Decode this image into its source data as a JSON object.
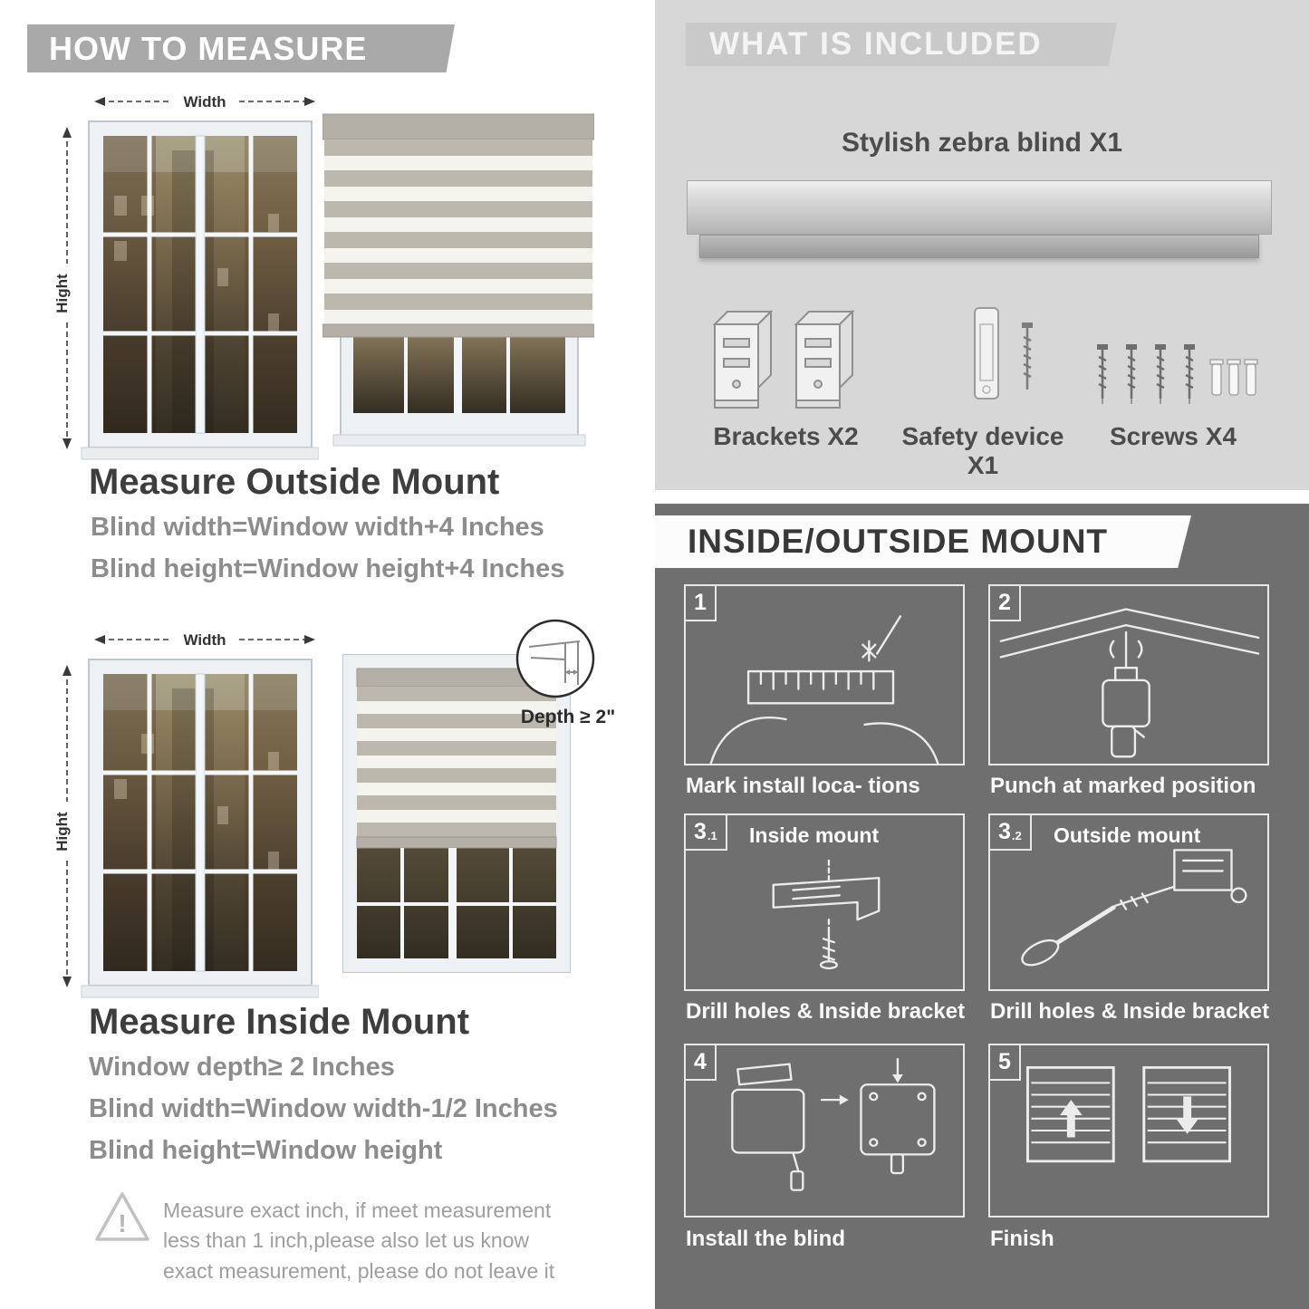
{
  "colors": {
    "banner_gray": "#a9a9a9",
    "light_section_gray": "#d7d7d7",
    "dark_section_gray": "#6f6f6f",
    "blind_stripe_gray": "#bdb8ae"
  },
  "left": {
    "banner": "HOW TO MEASURE",
    "outside": {
      "width_label": "Width",
      "height_label": "Hight",
      "heading": "Measure Outside Mount",
      "line1": "Blind width=Window width+4 Inches",
      "line2": "Blind height=Window height+4 Inches"
    },
    "inside": {
      "width_label": "Width",
      "height_label": "Hight",
      "depth_callout": "Depth ≥ 2\"",
      "heading": "Measure Inside Mount",
      "line1": "Window depth≥ 2 Inches",
      "line2": "Blind width=Window width-1/2 Inches",
      "line3": "Blind height=Window height"
    },
    "warning": {
      "mark": "!",
      "text": "Measure exact inch, if meet measurement less than 1 inch,please also let us know exact measurement, please do not leave it"
    }
  },
  "right": {
    "banner": "WHAT IS INCLUDED",
    "included": {
      "blind_label": "Stylish zebra blind X1",
      "brackets_label": "Brackets X2",
      "safety_label": "Safety device X1",
      "screws_label": "Screws X4"
    },
    "mount": {
      "heading": "INSIDE/OUTSIDE MOUNT",
      "steps": [
        {
          "num": "1",
          "sub": "",
          "title": "",
          "caption": "Mark install loca- tions"
        },
        {
          "num": "2",
          "sub": "",
          "title": "",
          "caption": "Punch at  marked position"
        },
        {
          "num": "3",
          "sub": ".1",
          "title": "Inside mount",
          "caption": "Drill holes &  Inside bracket"
        },
        {
          "num": "3",
          "sub": ".2",
          "title": "Outside mount",
          "caption": "Drill holes &  Inside bracket"
        },
        {
          "num": "4",
          "sub": "",
          "title": "",
          "caption": "Install the blind"
        },
        {
          "num": "5",
          "sub": "",
          "title": "",
          "caption": "Finish"
        }
      ]
    }
  }
}
